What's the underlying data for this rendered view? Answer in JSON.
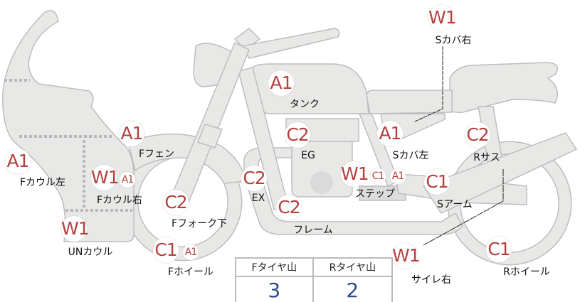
{
  "colors": {
    "marker_text": "#b5413f",
    "part_fill": "#e8e8e6",
    "part_stroke": "#bdbdbd",
    "tire_value": "#2f4a8a"
  },
  "parts": [
    {
      "label": "Sカバ右",
      "codes": [
        "W1"
      ]
    },
    {
      "label": "タンク",
      "codes": [
        "A1"
      ]
    },
    {
      "label": "Fフェン",
      "codes": [
        "A1"
      ]
    },
    {
      "label": "EG",
      "codes": [
        "C2"
      ]
    },
    {
      "label": "Sカバ左",
      "codes": [
        "A1"
      ]
    },
    {
      "label": "Rサス",
      "codes": [
        "C2"
      ]
    },
    {
      "label": "Fカウル左",
      "codes": [
        "A1"
      ]
    },
    {
      "label": "Fカウル右",
      "codes": [
        "W1",
        "A1"
      ]
    },
    {
      "label": "EX",
      "codes": [
        "C2"
      ]
    },
    {
      "label": "ステップ",
      "codes": [
        "W1",
        "C1",
        "A1"
      ]
    },
    {
      "label": "Sアーム",
      "codes": [
        "C1"
      ]
    },
    {
      "label": "Fフォーク下",
      "codes": [
        "C2"
      ]
    },
    {
      "label": "フレーム",
      "codes": [
        "C2"
      ]
    },
    {
      "label": "UNカウル",
      "codes": [
        "W1"
      ]
    },
    {
      "label": "Fホイール",
      "codes": [
        "C1",
        "A1"
      ]
    },
    {
      "label": "サイレ右",
      "codes": [
        "W1"
      ]
    },
    {
      "label": "Rホイール",
      "codes": [
        "C1"
      ]
    }
  ],
  "tire_table": {
    "headers": [
      "Fタイヤ山",
      "Rタイヤ山"
    ],
    "values": [
      "3",
      "2"
    ]
  }
}
